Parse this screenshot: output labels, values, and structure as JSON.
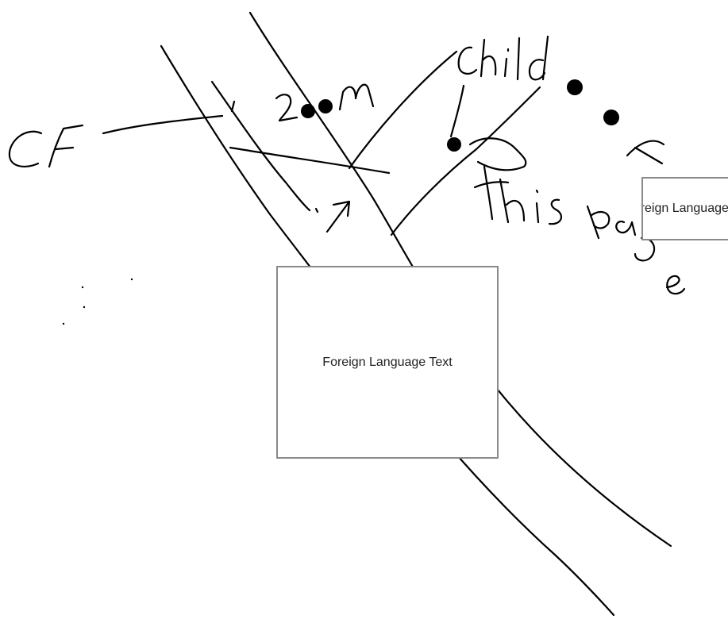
{
  "sketch": {
    "label_cf": "CF",
    "label_zoom": "zoom",
    "label_child": "child",
    "label_oor": "oor",
    "label_this_page": "this page"
  },
  "boxes": {
    "main_text": "Foreign Language Text",
    "side_text": "Foreign Language Text"
  },
  "colors": {
    "ink": "#000000",
    "box_border": "#8a8a8a",
    "background": "#ffffff"
  }
}
